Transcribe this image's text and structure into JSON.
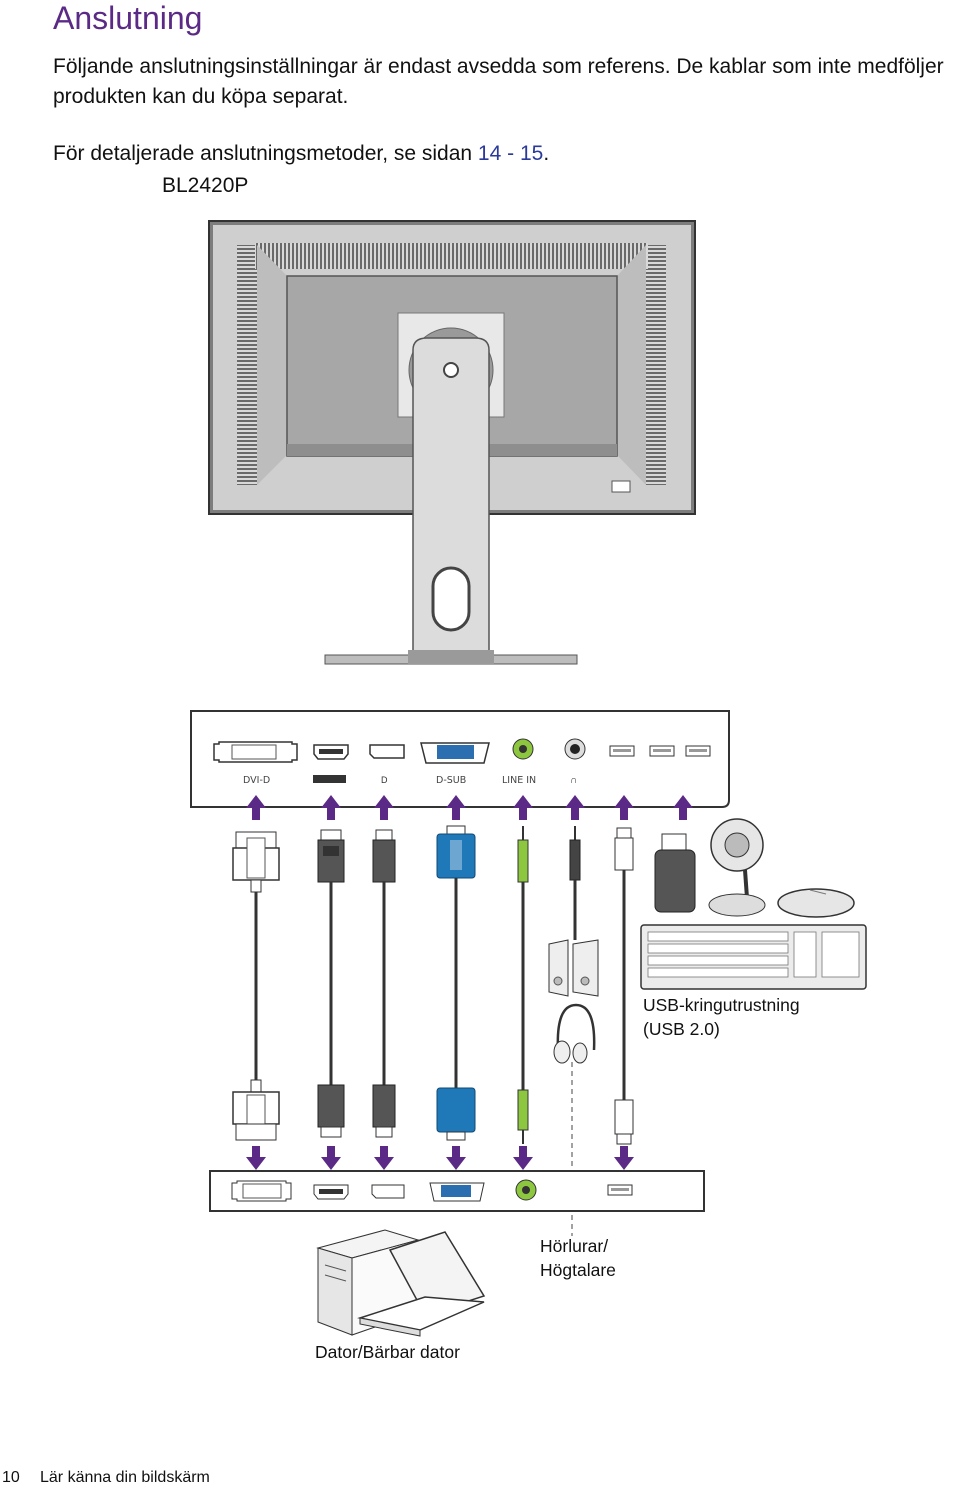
{
  "heading": "Anslutning",
  "intro_line1": "Följande anslutningsinställningar är endast avsedda som referens. De kablar som inte medföljer",
  "intro_line2": "produkten kan du köpa separat.",
  "ref_prefix": "För detaljerade anslutningsmetoder, se sidan ",
  "ref_pages": "14 - 15",
  "ref_suffix": ".",
  "model_name": "BL2420P",
  "ports": {
    "dvi": "DVI-D",
    "dsub": "D-SUB",
    "line_in": "LINE IN"
  },
  "labels": {
    "usb_line1": "USB-kringutrustning",
    "usb_line2": "(USB 2.0)",
    "audio_line1": "Hörlurar/",
    "audio_line2": "Högtalare",
    "computer": "Dator/Bärbar dator"
  },
  "footer": {
    "page_number": "10",
    "section": "Lär känna din bildskärm"
  },
  "colors": {
    "heading": "#5b2a86",
    "link": "#2a3a9a",
    "arrow": "#5b2a86",
    "vga_blue": "#1f78b8",
    "audio_green": "#8dc63f"
  }
}
